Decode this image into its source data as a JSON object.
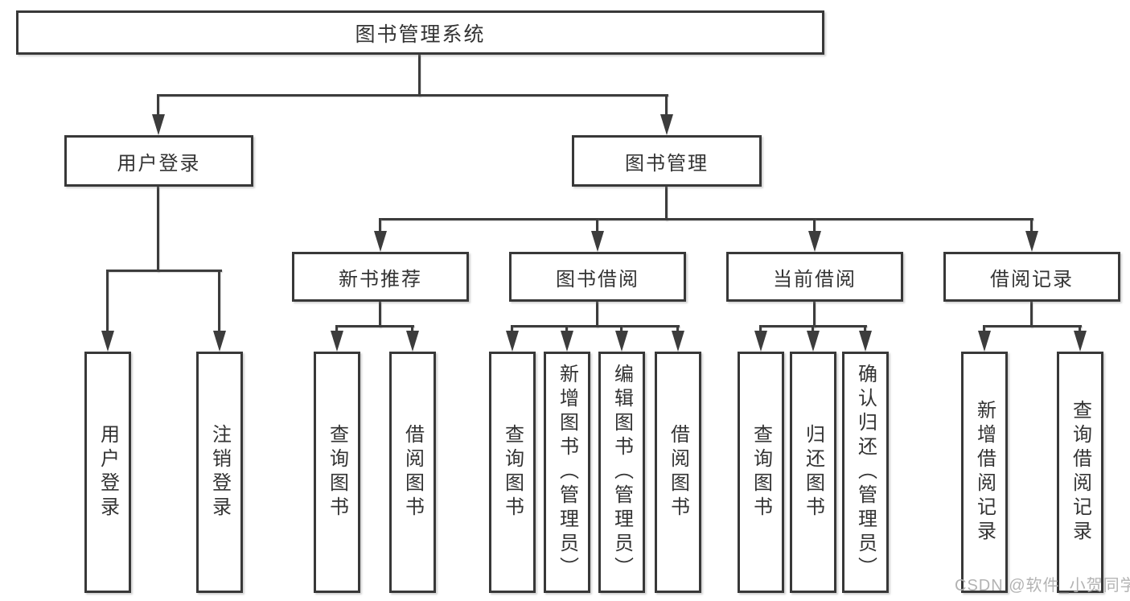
{
  "diagram": {
    "root": {
      "label": "图书管理系统",
      "children": [
        {
          "label": "用户登录",
          "children": [
            {
              "label": "用户登录"
            },
            {
              "label": "注销登录"
            }
          ]
        },
        {
          "label": "图书管理",
          "children": [
            {
              "label": "新书推荐",
              "children": [
                {
                  "label": "查询图书"
                },
                {
                  "label": "借阅图书"
                }
              ]
            },
            {
              "label": "图书借阅",
              "children": [
                {
                  "label": "查询图书"
                },
                {
                  "label": "新增图书（管理员）"
                },
                {
                  "label": "编辑图书（管理员）"
                },
                {
                  "label": "借阅图书"
                }
              ]
            },
            {
              "label": "当前借阅",
              "children": [
                {
                  "label": "查询图书"
                },
                {
                  "label": "归还图书"
                },
                {
                  "label": "确认归还（管理员）"
                }
              ]
            },
            {
              "label": "借阅记录",
              "children": [
                {
                  "label": "新增借阅记录"
                },
                {
                  "label": "查询借阅记录"
                }
              ]
            }
          ]
        }
      ]
    },
    "colors": {
      "line": "#3c3c3c",
      "box_border": "#383838",
      "box_background": "#ffffff",
      "text": "#333333",
      "watermark": "#b3b3b3"
    }
  },
  "watermark": {
    "text": "CSDN @软件_小贺同学"
  }
}
